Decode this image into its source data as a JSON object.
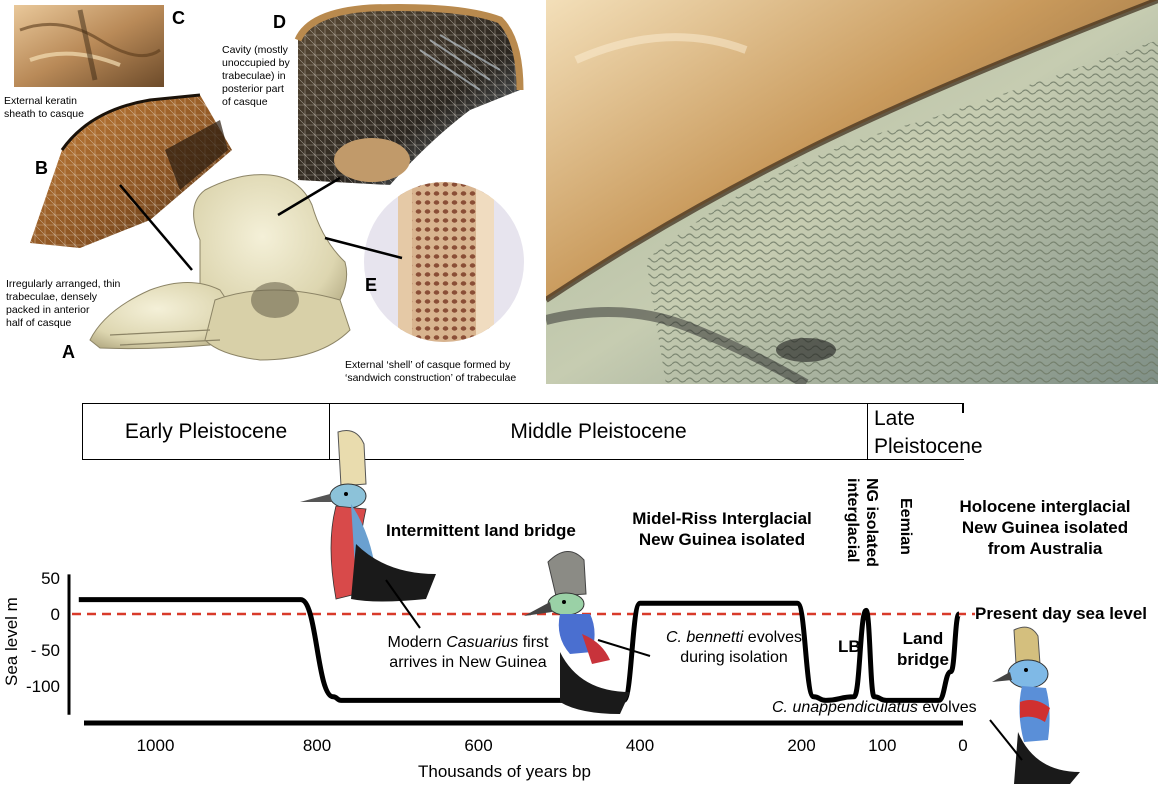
{
  "anatomy": {
    "panels": {
      "a": {
        "letter": "A"
      },
      "b": {
        "letter": "B"
      },
      "c": {
        "letter": "C"
      },
      "d": {
        "letter": "D"
      },
      "e": {
        "letter": "E"
      }
    },
    "captions": {
      "keratin": [
        "External keratin",
        "sheath to casque"
      ],
      "cavity": [
        "Cavity (mostly",
        "unoccupied by",
        "trabeculae) in",
        "posterior part",
        "of casque"
      ],
      "trabeculae": [
        "Irregularly arranged, thin",
        "trabeculae, densely",
        "packed in anterior",
        "half of casque"
      ],
      "shell": [
        "External ‘shell’ of casque formed by",
        "‘sandwich construction’ of trabeculae"
      ]
    }
  },
  "timeline": {
    "periods": {
      "early": "Early Pleistocene",
      "middle": "Middle Pleistocene",
      "late_line1": "Late",
      "late_line2": "Pleistocene"
    },
    "labels": {
      "land_bridge": "Intermittent land bridge",
      "midel_riss_line1": "Midel-Riss Interglacial",
      "midel_riss_line2": "New Guinea isolated",
      "ng_isolated_line1": "interglacial",
      "ng_isolated_line2": "NG isolated",
      "eemian": "Eemian",
      "holocene_line1": "Holocene interglacial",
      "holocene_line2": "New Guinea isolated",
      "holocene_line3": "from Australia",
      "present_day": "Present day sea level",
      "lb": "LB",
      "land_line1": "Land",
      "land_line2": "bridge"
    },
    "annotations": {
      "casuarius_line1_a": "Modern ",
      "casuarius_line1_b": "Casuarius",
      "casuarius_line1_c": " first",
      "casuarius_line2": "arrives in New Guinea",
      "bennetti_line1_a": "C. bennetti",
      "bennetti_line1_b": " evolves",
      "bennetti_line2": "during isolation",
      "unappend_a": "C. unappendiculatus",
      "unappend_b": " evolves"
    }
  },
  "chart_data": {
    "type": "line",
    "title": "",
    "xlabel": "Thousands of years bp",
    "ylabel": "Sea level m",
    "x_reversed": true,
    "xlim": [
      1100,
      0
    ],
    "ylim": [
      -135,
      55
    ],
    "x_ticks": [
      "1000",
      "800",
      "600",
      "400",
      "200",
      "100",
      "0"
    ],
    "y_ticks": [
      "50",
      "0",
      "- 50",
      "-100"
    ],
    "reference_line": {
      "y": 0,
      "style": "dashed",
      "color": "#d83a2a"
    },
    "series": [
      {
        "color": "#000000",
        "points": [
          [
            1095,
            20
          ],
          [
            820,
            20
          ],
          [
            780,
            -115
          ],
          [
            770,
            -120
          ],
          [
            420,
            -120
          ],
          [
            400,
            15
          ],
          [
            205,
            15
          ],
          [
            185,
            -115
          ],
          [
            170,
            -120
          ],
          [
            135,
            -115
          ],
          [
            120,
            5
          ],
          [
            110,
            -115
          ],
          [
            95,
            -120
          ],
          [
            30,
            -120
          ],
          [
            15,
            -80
          ],
          [
            5,
            0
          ]
        ]
      }
    ]
  },
  "colors": {
    "curve": "#000000",
    "sea_level": "#d83a2a",
    "axis": "#000000"
  }
}
